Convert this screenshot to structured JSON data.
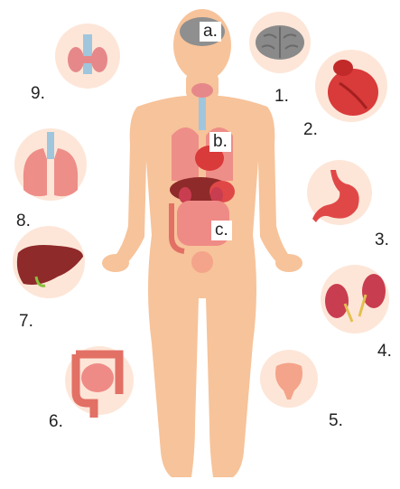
{
  "body_labels": {
    "a": "a.",
    "b": "b.",
    "c": "c."
  },
  "organ_labels": {
    "brain": "1.",
    "heart": "2.",
    "stomach": "3.",
    "kidneys": "4.",
    "bladder": "5.",
    "intestines": "6.",
    "liver": "7.",
    "lungs": "8.",
    "thyroid": "9."
  },
  "colors": {
    "skin": "#f7c39a",
    "circle": "#fde6d8",
    "organ_red": "#d93a3a",
    "organ_pink": "#ef8b86",
    "liver": "#8e2a2a",
    "airway": "#9fc6dc",
    "brain": "#8f8f8f"
  }
}
